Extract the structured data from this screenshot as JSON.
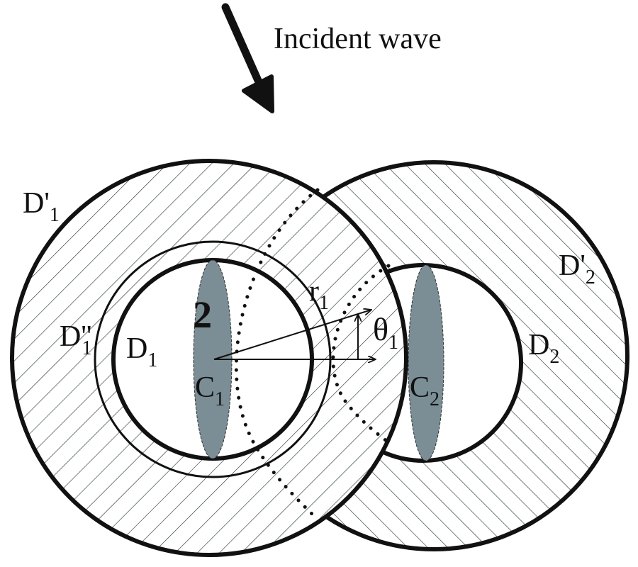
{
  "title": "Incident wave",
  "colors": {
    "ink": "#111111",
    "cylinder": "#7b8d95",
    "hatch": "#2a3a40"
  },
  "labels": {
    "d1_outer": {
      "main": "D'",
      "sub": "1"
    },
    "d1_mid": {
      "main": "D''",
      "sub": "1"
    },
    "d1": {
      "main": "D",
      "sub": "1"
    },
    "d2_outer": {
      "main": "D'",
      "sub": "2"
    },
    "d2": {
      "main": "D",
      "sub": "2"
    },
    "c1": {
      "main": "C",
      "sub": "1"
    },
    "c2": {
      "main": "C",
      "sub": "2"
    },
    "r1": {
      "main": "r",
      "sub": "1"
    },
    "theta1": {
      "main": "θ",
      "sub": "1"
    },
    "two": "2"
  }
}
